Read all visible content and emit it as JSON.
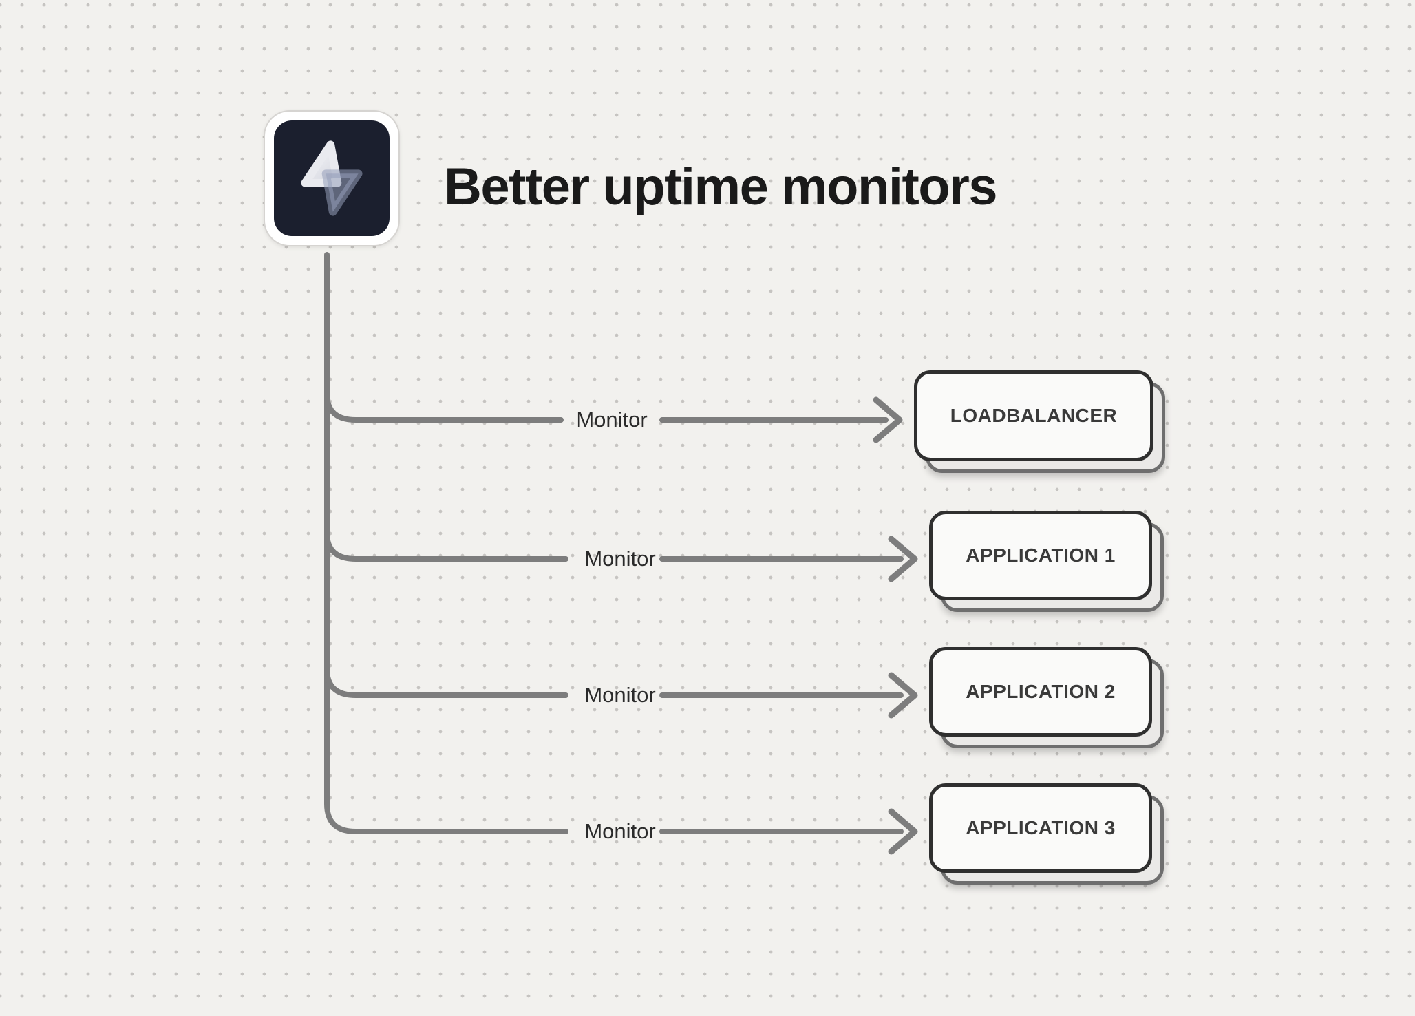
{
  "diagram": {
    "title": "Better uptime monitors",
    "logo_icon": "lightning-bolt-icon",
    "rows": [
      {
        "label": "Monitor",
        "target": "LOADBALANCER"
      },
      {
        "label": "Monitor",
        "target": "APPLICATION 1"
      },
      {
        "label": "Monitor",
        "target": "APPLICATION 2"
      },
      {
        "label": "Monitor",
        "target": "APPLICATION 3"
      }
    ],
    "colors": {
      "background": "#f2f1ee",
      "grid_dot": "#c6c4c1",
      "connector": "#7d7d7d",
      "node_border": "#2f2f2f",
      "node_fill": "#fafaf9",
      "node_stack_fill": "#eae9e7",
      "node_stack_border": "#6e6e6e",
      "title_text": "#1a1a1a",
      "logo_background": "#1b1f2e"
    }
  }
}
